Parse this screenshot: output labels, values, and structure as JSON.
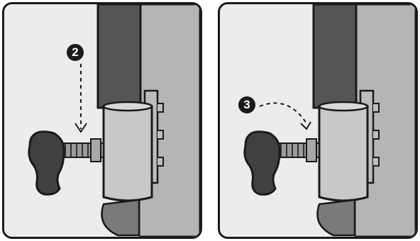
{
  "panels": [
    {
      "step": "2",
      "motion": "down-arrow"
    },
    {
      "step": "3",
      "motion": "rotate-arrow"
    }
  ],
  "colors": {
    "outline": "#1a1a1a",
    "background": "#ececec",
    "wall": "#b5b5b5",
    "pole": "#555555",
    "clamp": "#c8c8c8",
    "knob": "#404040",
    "thread": "#9a9a9a"
  }
}
